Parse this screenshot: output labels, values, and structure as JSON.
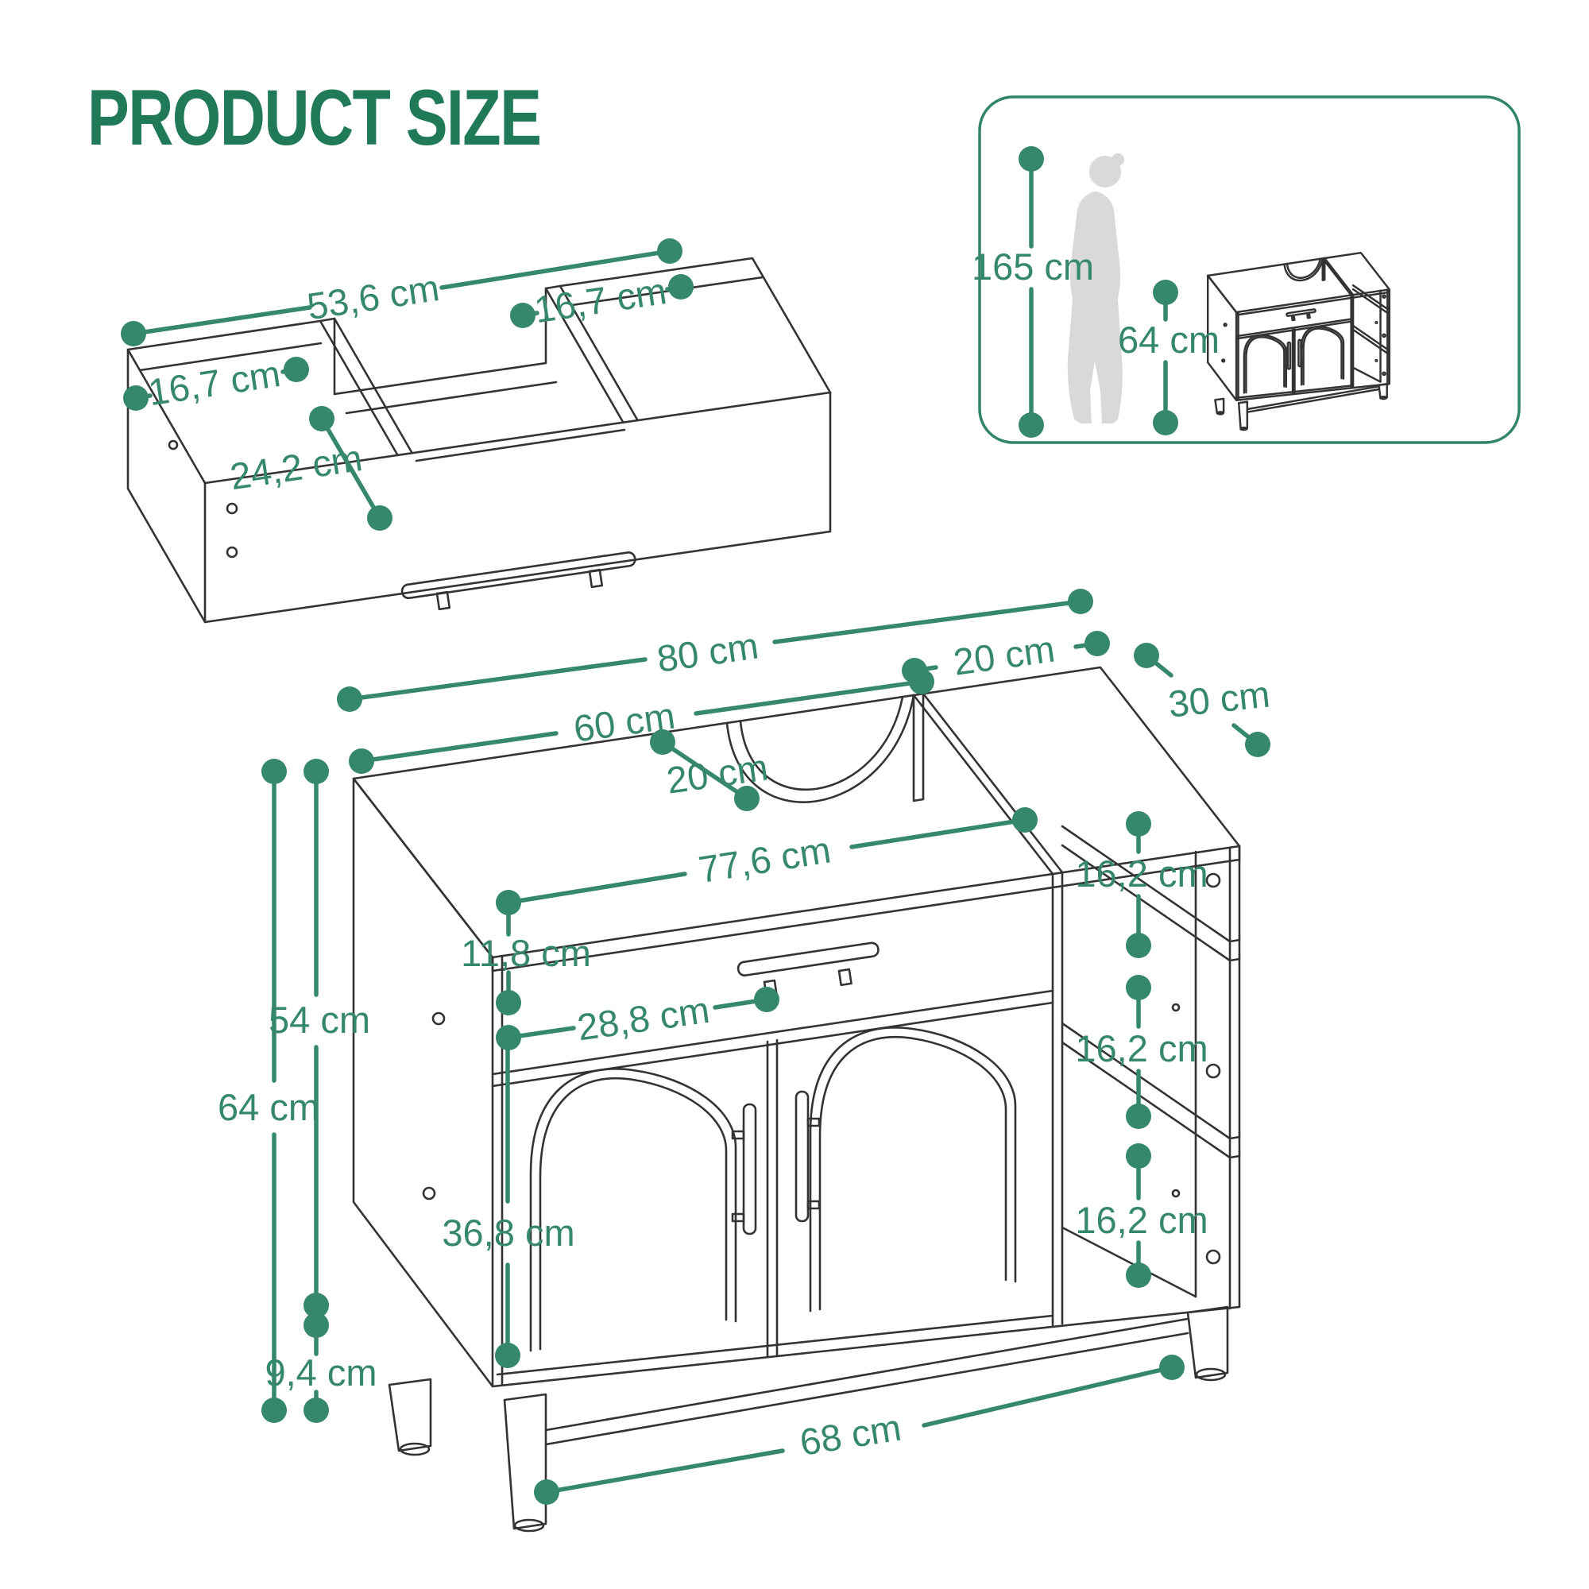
{
  "title": "PRODUCT SIZE",
  "dims": {
    "drawer": [
      {
        "id": "drawer-total-width",
        "text": "53,6 cm"
      },
      {
        "id": "drawer-right-compartment-width",
        "text": "16,7 cm"
      },
      {
        "id": "drawer-left-compartment-width",
        "text": "16,7 cm"
      },
      {
        "id": "drawer-compartment-depth",
        "text": "24,2 cm"
      }
    ],
    "cabinet": [
      {
        "id": "total-width",
        "text": "80 cm"
      },
      {
        "id": "main-section-width",
        "text": "60 cm"
      },
      {
        "id": "shelf-section-width",
        "text": "20 cm"
      },
      {
        "id": "depth",
        "text": "30 cm"
      },
      {
        "id": "pipe-cutout-width",
        "text": "20 cm"
      },
      {
        "id": "drawer-front-width",
        "text": "77,6 cm"
      },
      {
        "id": "drawer-front-height",
        "text": "11,8 cm"
      },
      {
        "id": "door-width",
        "text": "28,8 cm"
      },
      {
        "id": "door-height",
        "text": "36,8 cm"
      },
      {
        "id": "body-height",
        "text": "54 cm"
      },
      {
        "id": "total-height",
        "text": "64 cm"
      },
      {
        "id": "leg-height",
        "text": "9,4 cm"
      },
      {
        "id": "shelf-compartment-top",
        "text": "16,2 cm"
      },
      {
        "id": "shelf-compartment-middle",
        "text": "16,2 cm"
      },
      {
        "id": "shelf-compartment-bottom",
        "text": "16,2 cm"
      },
      {
        "id": "base-rail-width",
        "text": "68 cm"
      }
    ],
    "scale_box": [
      {
        "id": "person-height",
        "text": "165 cm"
      },
      {
        "id": "cabinet-height",
        "text": "64 cm"
      }
    ]
  },
  "colors": {
    "dimension_green": "#36886c",
    "title_green": "#217a57",
    "box_border_green": "#2f8566",
    "line_art": "#333333",
    "silhouette_gray": "#d9d9d9"
  }
}
